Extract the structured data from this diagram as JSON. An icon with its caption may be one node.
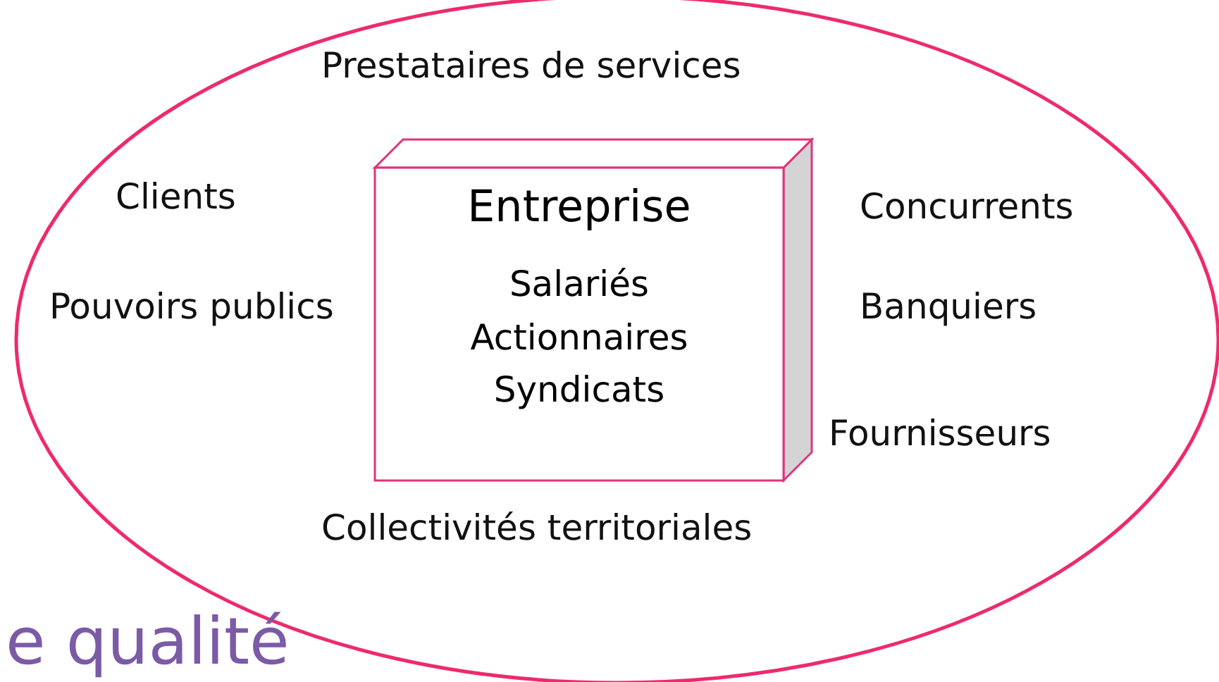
{
  "diagram": {
    "nodes": [
      {
        "text": [],
        "shape": "ellipse"
      },
      {
        "text": [
          "Entreprise",
          "Salariés Actionnaires Syndicats"
        ],
        "in": 0
      }
    ],
    "edges": [],
    "labels": [
      "Prestataires de services",
      "Clients",
      "Concurrents",
      "Pouvoirs publics",
      "Banquiers",
      "Fournisseurs",
      "Collectivités territoriales",
      "e qualité"
    ]
  }
}
